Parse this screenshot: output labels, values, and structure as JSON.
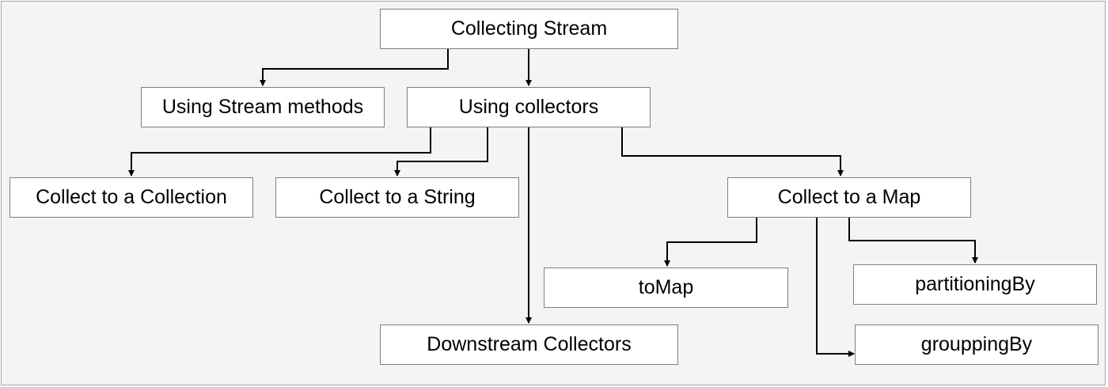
{
  "diagram": {
    "nodes": {
      "root": "Collecting Stream",
      "stream_methods": "Using Stream methods",
      "collectors": "Using collectors",
      "to_collection": "Collect to a Collection",
      "to_string": "Collect to a String",
      "to_map": "Collect to a Map",
      "tomap": "toMap",
      "partitioning": "partitioningBy",
      "grouping": "grouppingBy",
      "downstream": "Downstream Collectors"
    },
    "edges": [
      {
        "from": "Collecting Stream",
        "to": "Using Stream methods"
      },
      {
        "from": "Collecting Stream",
        "to": "Using collectors"
      },
      {
        "from": "Using collectors",
        "to": "Collect to a Collection"
      },
      {
        "from": "Using collectors",
        "to": "Collect to a String"
      },
      {
        "from": "Using collectors",
        "to": "Downstream Collectors"
      },
      {
        "from": "Using collectors",
        "to": "Collect to a Map"
      },
      {
        "from": "Collect to a Map",
        "to": "toMap"
      },
      {
        "from": "Collect to a Map",
        "to": "partitioningBy"
      },
      {
        "from": "Collect to a Map",
        "to": "grouppingBy"
      }
    ],
    "colors": {
      "background": "#f4f4f4",
      "node_fill": "#ffffff",
      "node_border": "#7f7f7f",
      "edge": "#000000"
    }
  }
}
